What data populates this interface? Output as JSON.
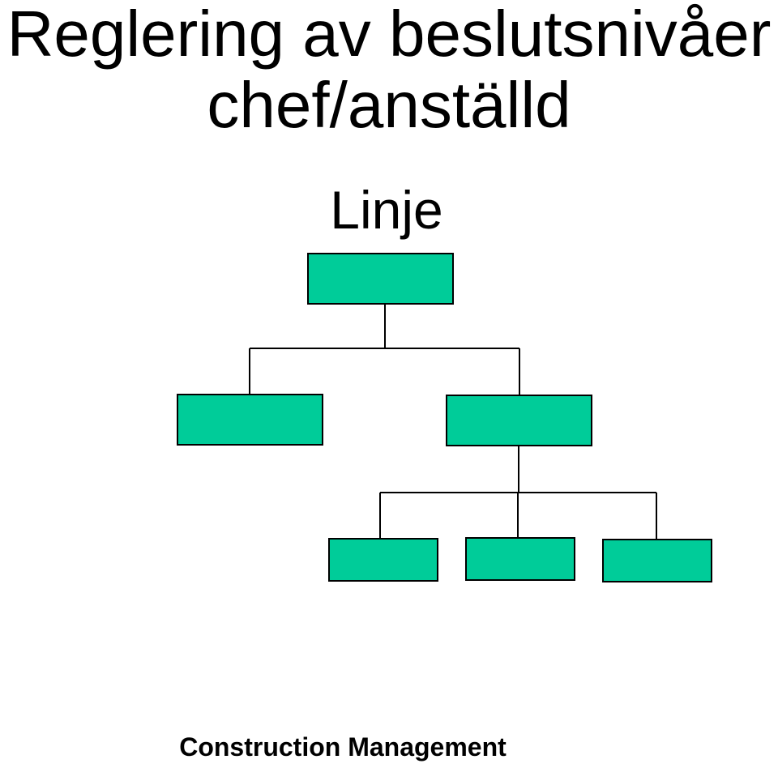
{
  "title": {
    "line1": "Reglering av beslutsnivåer",
    "line2": "chef/anställd"
  },
  "subtitle": "Linje",
  "footer": "Construction Management",
  "colors": {
    "box_fill": "#00cc99",
    "box_stroke": "#000000",
    "connector": "#000000",
    "background": "#ffffff"
  },
  "org_chart": {
    "levels": 3,
    "root": {
      "children": [
        {
          "children": []
        },
        {
          "children": [
            {},
            {},
            {}
          ]
        }
      ]
    }
  }
}
